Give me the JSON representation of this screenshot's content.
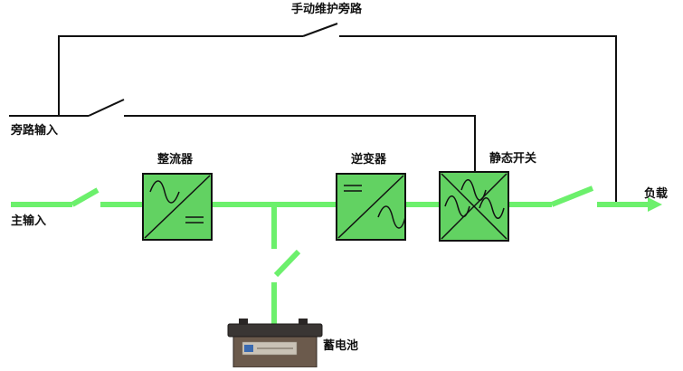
{
  "labels": {
    "manual_bypass": "手动维护旁路",
    "bypass_input": "旁路输入",
    "main_input": "主输入",
    "rectifier": "整流器",
    "inverter": "逆变器",
    "static_switch": "静态开关",
    "load": "负载",
    "battery": "蓄电池"
  },
  "colors": {
    "power_line": "#6cf06c",
    "box_fill": "#62d262",
    "wire": "#111111",
    "battery_body": "#6b5a4c",
    "battery_lid": "#3a3634"
  }
}
